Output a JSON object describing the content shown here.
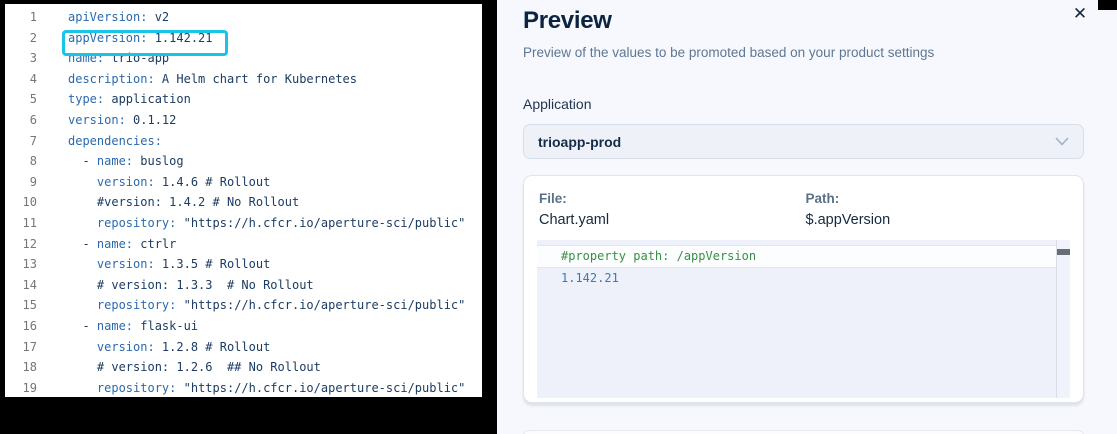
{
  "left_editor": {
    "highlighted_line": 2,
    "lines": [
      {
        "num": "1",
        "segments": [
          {
            "cls": "k",
            "text": "apiVersion:"
          },
          {
            "cls": "v",
            "text": " v2"
          }
        ]
      },
      {
        "num": "2",
        "segments": [
          {
            "cls": "k",
            "text": "appVersion:"
          },
          {
            "cls": "v",
            "text": " 1.142.21"
          }
        ]
      },
      {
        "num": "3",
        "segments": [
          {
            "cls": "k",
            "text": "name:"
          },
          {
            "cls": "v",
            "text": " trio-app"
          }
        ]
      },
      {
        "num": "4",
        "segments": [
          {
            "cls": "k",
            "text": "description:"
          },
          {
            "cls": "v",
            "text": " A Helm chart for Kubernetes"
          }
        ]
      },
      {
        "num": "5",
        "segments": [
          {
            "cls": "k",
            "text": "type:"
          },
          {
            "cls": "v",
            "text": " application"
          }
        ]
      },
      {
        "num": "6",
        "segments": [
          {
            "cls": "k",
            "text": "version:"
          },
          {
            "cls": "v",
            "text": " 0.1.12"
          }
        ]
      },
      {
        "num": "7",
        "segments": [
          {
            "cls": "k",
            "text": "dependencies:"
          }
        ]
      },
      {
        "num": "8",
        "segments": [
          {
            "cls": "v",
            "text": "  - "
          },
          {
            "cls": "k",
            "text": "name:"
          },
          {
            "cls": "v",
            "text": " buslog"
          }
        ]
      },
      {
        "num": "9",
        "segments": [
          {
            "cls": "v",
            "text": "    "
          },
          {
            "cls": "k",
            "text": "version:"
          },
          {
            "cls": "v",
            "text": " 1.4.6 # Rollout"
          }
        ]
      },
      {
        "num": "10",
        "segments": [
          {
            "cls": "v",
            "text": "    #version: 1.4.2 # No Rollout"
          }
        ]
      },
      {
        "num": "11",
        "segments": [
          {
            "cls": "v",
            "text": "    "
          },
          {
            "cls": "k",
            "text": "repository:"
          },
          {
            "cls": "v",
            "text": " \"https://h.cfcr.io/aperture-sci/public\""
          }
        ]
      },
      {
        "num": "12",
        "segments": [
          {
            "cls": "v",
            "text": "  - "
          },
          {
            "cls": "k",
            "text": "name:"
          },
          {
            "cls": "v",
            "text": " ctrlr"
          }
        ]
      },
      {
        "num": "13",
        "segments": [
          {
            "cls": "v",
            "text": "    "
          },
          {
            "cls": "k",
            "text": "version:"
          },
          {
            "cls": "v",
            "text": " 1.3.5 # Rollout"
          }
        ]
      },
      {
        "num": "14",
        "segments": [
          {
            "cls": "v",
            "text": "    # version: 1.3.3  # No Rollout"
          }
        ]
      },
      {
        "num": "15",
        "segments": [
          {
            "cls": "v",
            "text": "    "
          },
          {
            "cls": "k",
            "text": "repository:"
          },
          {
            "cls": "v",
            "text": " \"https://h.cfcr.io/aperture-sci/public\""
          }
        ]
      },
      {
        "num": "16",
        "segments": [
          {
            "cls": "v",
            "text": "  - "
          },
          {
            "cls": "k",
            "text": "name:"
          },
          {
            "cls": "v",
            "text": " flask-ui"
          }
        ]
      },
      {
        "num": "17",
        "segments": [
          {
            "cls": "v",
            "text": "    "
          },
          {
            "cls": "k",
            "text": "version:"
          },
          {
            "cls": "v",
            "text": " 1.2.8 # Rollout"
          }
        ]
      },
      {
        "num": "18",
        "segments": [
          {
            "cls": "v",
            "text": "    # version: 1.2.6  ## No Rollout"
          }
        ]
      },
      {
        "num": "19",
        "segments": [
          {
            "cls": "v",
            "text": "    "
          },
          {
            "cls": "k",
            "text": "repository:"
          },
          {
            "cls": "v",
            "text": " \"https://h.cfcr.io/aperture-sci/public\""
          }
        ]
      }
    ]
  },
  "preview_panel": {
    "title": "Preview",
    "subtitle": "Preview of the values to be promoted based on your product settings",
    "close_icon_glyph": "✕",
    "application": {
      "label": "Application",
      "selected_value": "trioapp-prod"
    },
    "card": {
      "file_label": "File:",
      "file_value": "Chart.yaml",
      "path_label": "Path:",
      "path_value": "$.appVersion",
      "code_preview": {
        "comment_line": "#property path: /appVersion",
        "value_line": "1.142.21"
      }
    }
  },
  "colors": {
    "highlight_box_cyan": "#19c5e6",
    "yaml_key_blue": "#2a6aad",
    "yaml_text_navy": "#1c3c63",
    "comment_green": "#37903f",
    "preview_value_blue": "#3c78b4",
    "panel_background": "#f7f8fd"
  }
}
